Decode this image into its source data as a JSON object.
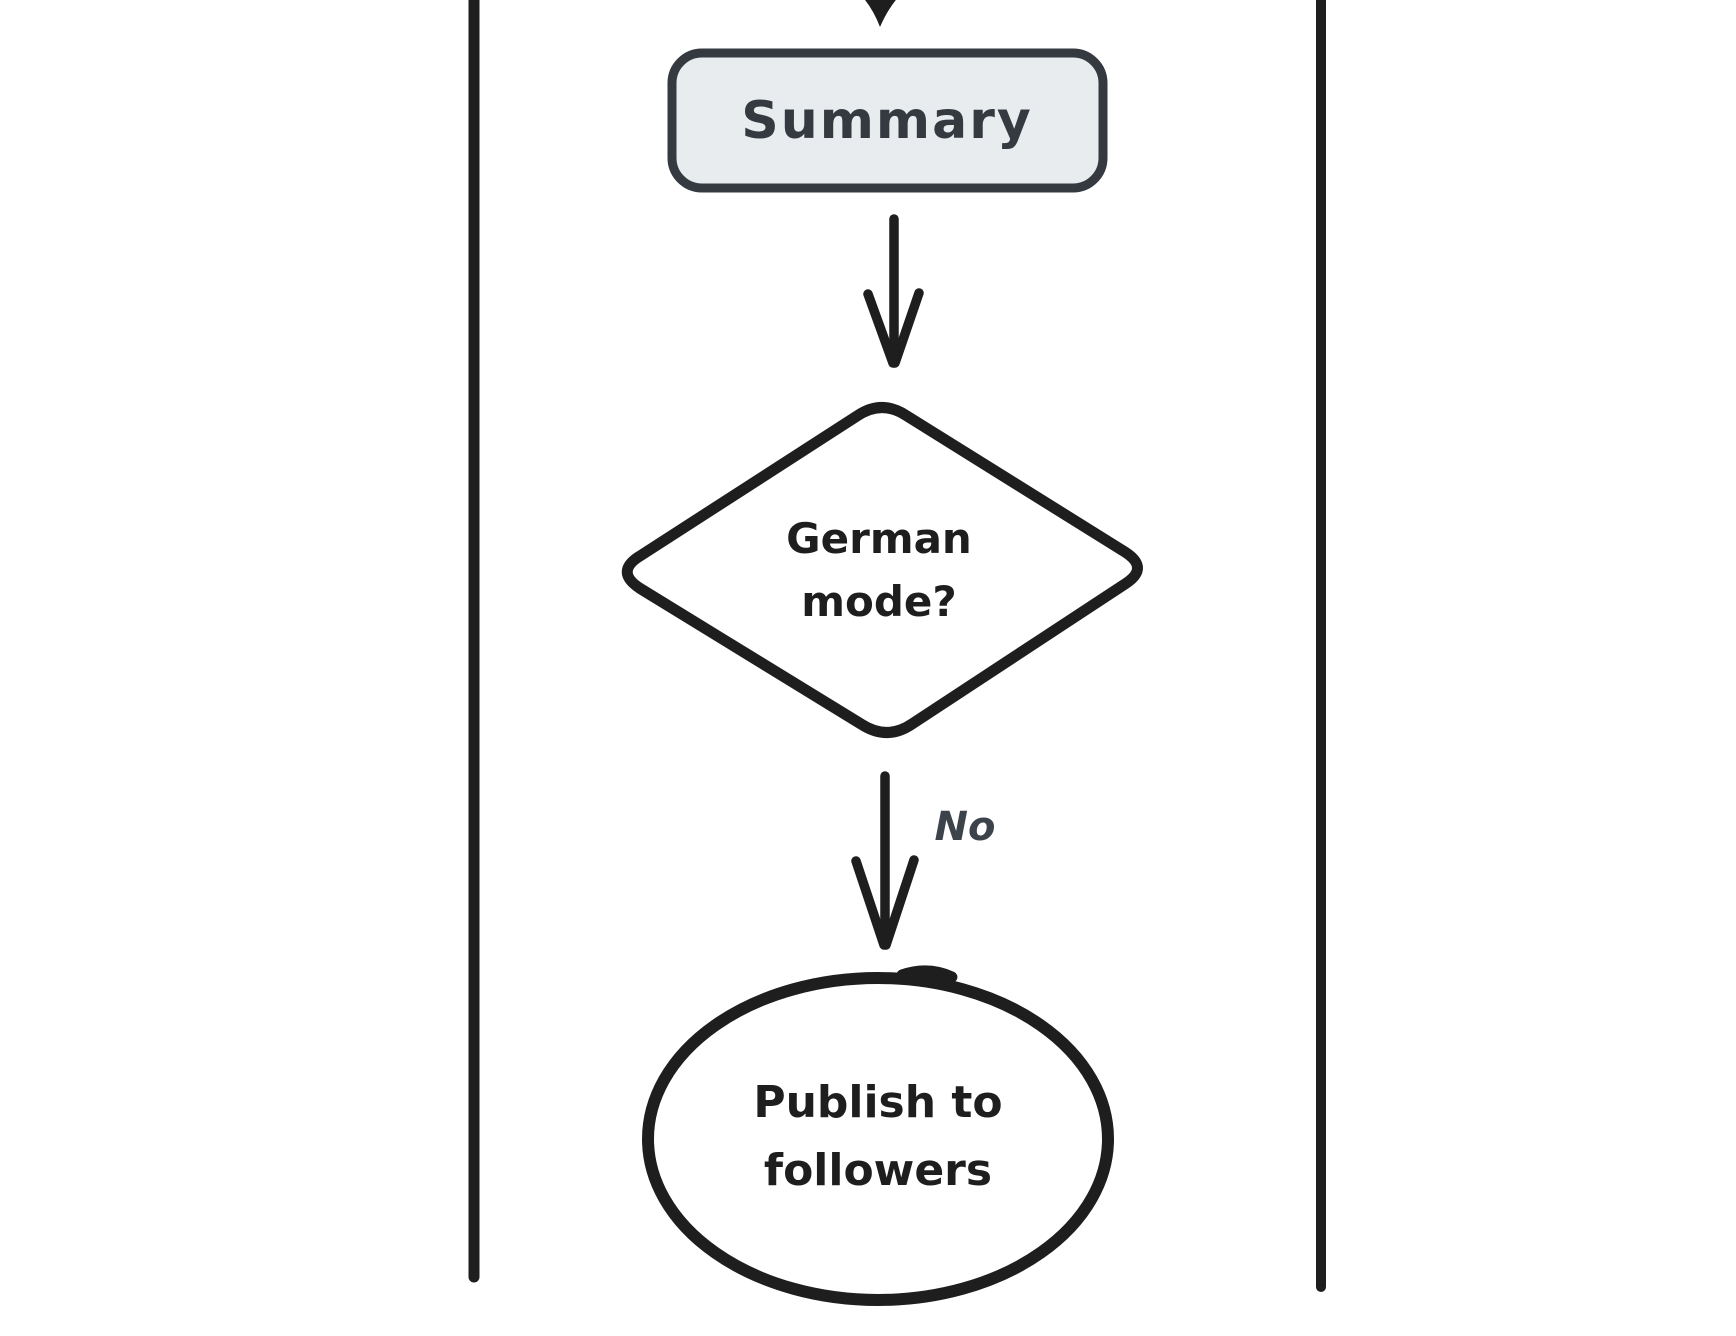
{
  "flowchart": {
    "nodes": {
      "summary": {
        "label": "Summary",
        "shape": "rounded-rectangle"
      },
      "decision": {
        "label": "German mode?",
        "shape": "diamond"
      },
      "publish": {
        "label": "Publish to followers",
        "shape": "ellipse"
      }
    },
    "edges": {
      "incoming_to_summary": {
        "label": ""
      },
      "summary_to_decision": {
        "label": ""
      },
      "decision_to_publish": {
        "label": "No"
      }
    },
    "lanes": {
      "left_border": true,
      "right_border": true
    },
    "colors": {
      "background": "#ffffff",
      "stroke": "#1e1e1e",
      "node_border": "#343a40",
      "node_fill": "#e9ecef",
      "node_text": "#1e1e1e",
      "edge_label_text": "#3d434b"
    }
  }
}
